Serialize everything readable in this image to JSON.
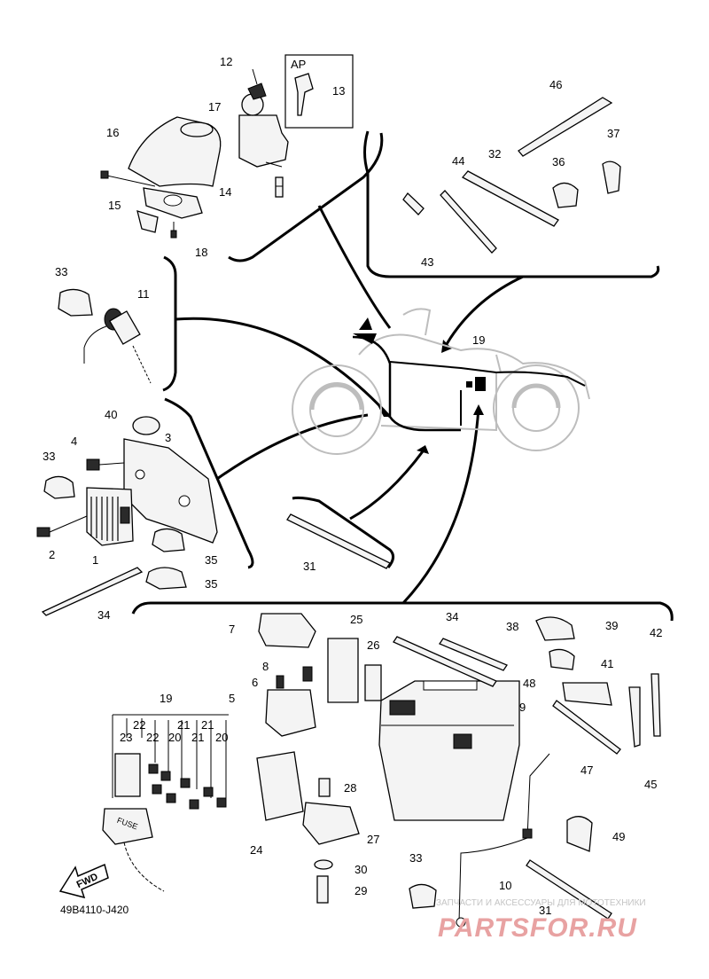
{
  "diagram": {
    "drawing_code": "49B4110-J420",
    "inset_label": "AP",
    "fwd_label": "FWD",
    "fuse_label": "FUSE",
    "callouts": [
      "1",
      "2",
      "3",
      "4",
      "5",
      "6",
      "7",
      "8",
      "9",
      "10",
      "11",
      "12",
      "13",
      "14",
      "15",
      "16",
      "17",
      "18",
      "19",
      "19",
      "20",
      "20",
      "21",
      "21",
      "21",
      "22",
      "22",
      "23",
      "24",
      "25",
      "26",
      "27",
      "28",
      "29",
      "30",
      "31",
      "31",
      "32",
      "33",
      "33",
      "33",
      "34",
      "34",
      "35",
      "35",
      "36",
      "37",
      "38",
      "39",
      "40",
      "41",
      "42",
      "43",
      "44",
      "45",
      "46",
      "47",
      "48",
      "49"
    ]
  },
  "watermark": {
    "subtitle": "ЗАПЧАСТИ И АКСЕССУАРЫ ДЛЯ МОТОТЕХНИКИ",
    "brand": "PARTSFOR.RU"
  }
}
